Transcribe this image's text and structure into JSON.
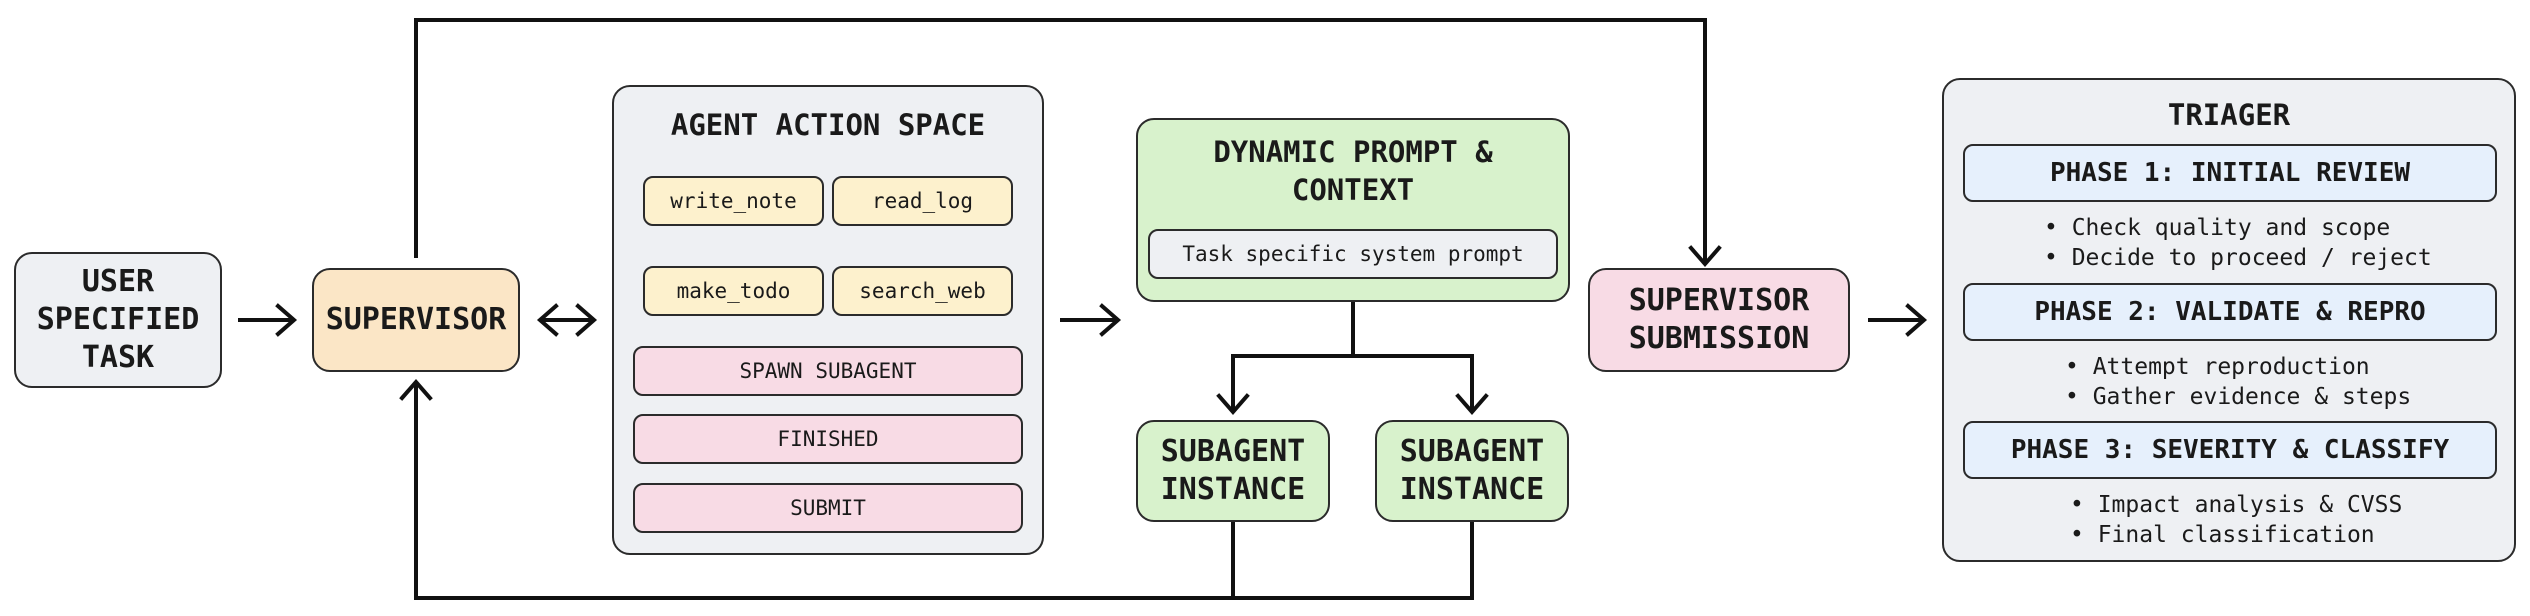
{
  "user_task": "USER\nSPECIFIED\nTASK",
  "supervisor": "SUPERVISOR",
  "action_space": {
    "title": "AGENT ACTION SPACE",
    "tools": [
      "write_note",
      "read_log",
      "make_todo",
      "search_web"
    ],
    "actions": [
      "SPAWN SUBAGENT",
      "FINISHED",
      "SUBMIT"
    ]
  },
  "dynamic_prompt": {
    "title": "DYNAMIC PROMPT &\nCONTEXT",
    "inner": "Task specific system prompt"
  },
  "subagents": [
    "SUBAGENT\nINSTANCE",
    "SUBAGENT\nINSTANCE"
  ],
  "submission": "SUPERVISOR\nSUBMISSION",
  "triager": {
    "title": "TRIAGER",
    "phases": [
      {
        "title": "PHASE 1: INITIAL REVIEW",
        "bullets": [
          "• Check quality and scope",
          "• Decide to proceed / reject"
        ]
      },
      {
        "title": "PHASE 2: VALIDATE & REPRO",
        "bullets": [
          "• Attempt reproduction",
          "• Gather evidence & steps"
        ]
      },
      {
        "title": "PHASE 3: SEVERITY & CLASSIFY",
        "bullets": [
          "• Impact analysis & CVSS",
          "• Final classification"
        ]
      }
    ]
  },
  "colors": {
    "gray": "#eef0f3",
    "orange": "#fbe6c6",
    "yellow": "#fdf1cd",
    "pink": "#f8dbe5",
    "green": "#d8f2cc",
    "blue": "#e6f0fc"
  }
}
